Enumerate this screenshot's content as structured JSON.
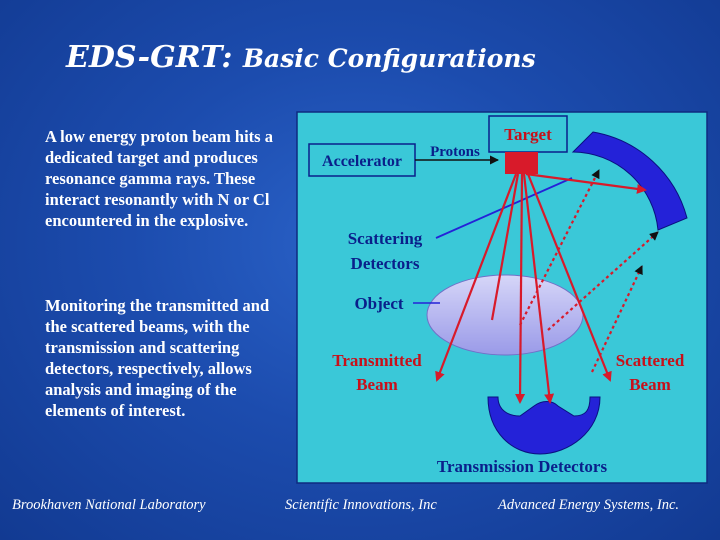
{
  "title": {
    "main": "EDS-GRT:",
    "sub": "Basic Configurations"
  },
  "paragraphs": [
    "A low energy proton beam hits a dedicated target and produces resonance gamma rays. These interact resonantly with N or Cl encountered in the explosive.",
    "Monitoring the transmitted and the scattered beams, with the transmission and scattering detectors, respectively, allows analysis and imaging of the elements of interest."
  ],
  "diagram": {
    "accelerator": "Accelerator",
    "protons": "Protons",
    "target": "Target",
    "scattering_detectors": [
      "Scattering",
      "Detectors"
    ],
    "object": "Object",
    "transmitted_beam": [
      "Transmitted",
      "Beam"
    ],
    "scattered_beam": [
      "Scattered",
      "Beam"
    ],
    "transmission_detectors": "Transmission Detectors"
  },
  "footer": {
    "left": "Brookhaven National Laboratory",
    "center": "Scientific Innovations, Inc",
    "right": "Advanced Energy Systems, Inc."
  },
  "colors": {
    "background": "#1c4cae",
    "panel": "#3ac8d8",
    "detector": "#2422d8",
    "beam": "#d81a2a",
    "object": "#b8b8f0"
  }
}
